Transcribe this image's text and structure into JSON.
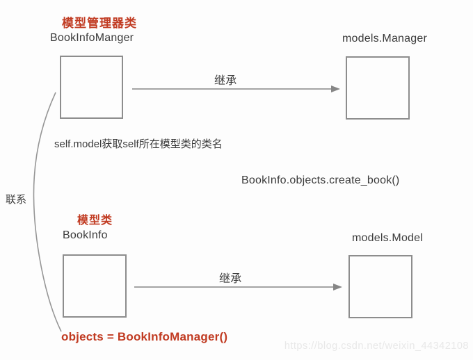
{
  "canvas": {
    "background": "#fdfdfd",
    "accent_red": "#c13b22",
    "line_gray": "#8d8d8d",
    "text_color": "#3b3b3b",
    "watermark_color": "#e8e8e8"
  },
  "manager_section": {
    "title": "模型管理器类",
    "class_name": "BookInfoManger",
    "parent_class": "models.Manager",
    "inherit_label": "继承",
    "note": "self.model获取self所在模型类的类名"
  },
  "model_section": {
    "title": "模型类",
    "class_name": "BookInfo",
    "parent_class": "models.Model",
    "inherit_label": "继承",
    "code_annotation": "objects = BookInfoManager()"
  },
  "relation": {
    "label": "联系",
    "usage_example": "BookInfo.objects.create_book()"
  },
  "watermark": "https://blog.csdn.net/weixin_44342108"
}
